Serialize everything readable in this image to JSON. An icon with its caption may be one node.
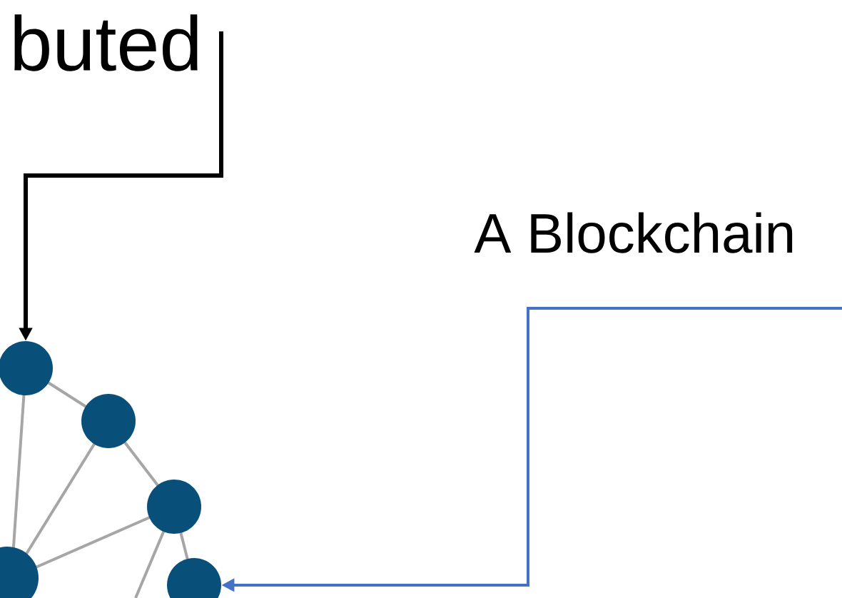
{
  "diagram": {
    "nodes": [
      {
        "text": [
          "buted"
        ]
      },
      {
        "text": [],
        "shape": "circle"
      },
      {
        "text": [],
        "shape": "circle"
      }
    ],
    "edges": [
      {
        "from": 0,
        "to": 1,
        "arrow": "to"
      },
      {
        "from": null,
        "to": 2,
        "arrow": "to",
        "color": "#4472c4"
      }
    ],
    "labels": [
      "A Blockchain"
    ]
  }
}
